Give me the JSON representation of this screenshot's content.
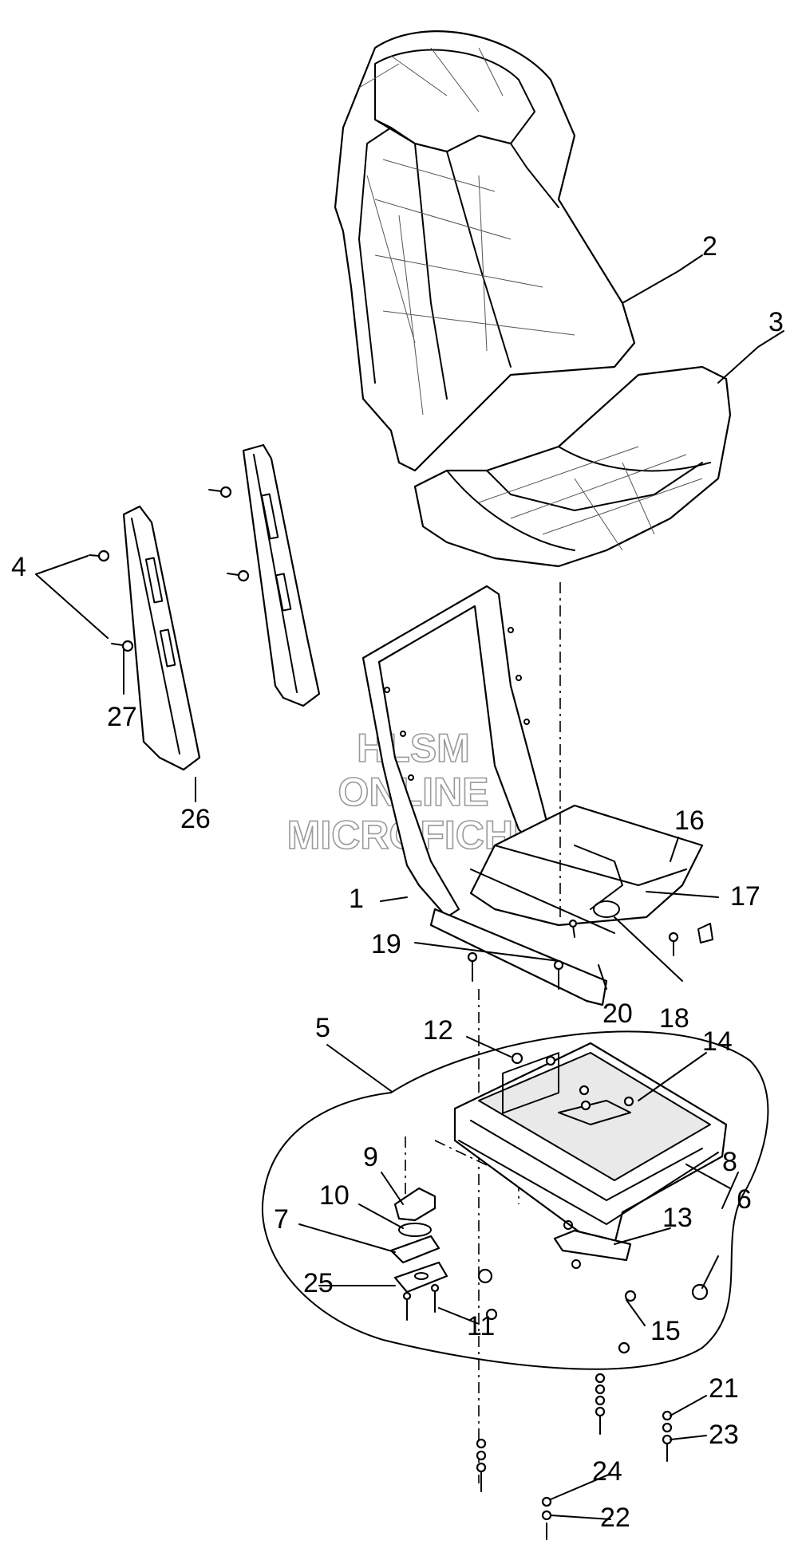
{
  "watermark": {
    "line1": "HLSM",
    "line2": "ONLINE",
    "line3": "MICROFICHE"
  },
  "callouts": {
    "c1": "1",
    "c2": "2",
    "c3": "3",
    "c4": "4",
    "c5": "5",
    "c6": "6",
    "c7": "7",
    "c8": "8",
    "c9": "9",
    "c10": "10",
    "c11": "11",
    "c12": "12",
    "c13": "13",
    "c14": "14",
    "c15": "15",
    "c16": "16",
    "c17": "17",
    "c18": "18",
    "c19": "19",
    "c20": "20",
    "c21": "21",
    "c22": "22",
    "c23": "23",
    "c24": "24",
    "c25": "25",
    "c26": "26",
    "c27": "27"
  }
}
